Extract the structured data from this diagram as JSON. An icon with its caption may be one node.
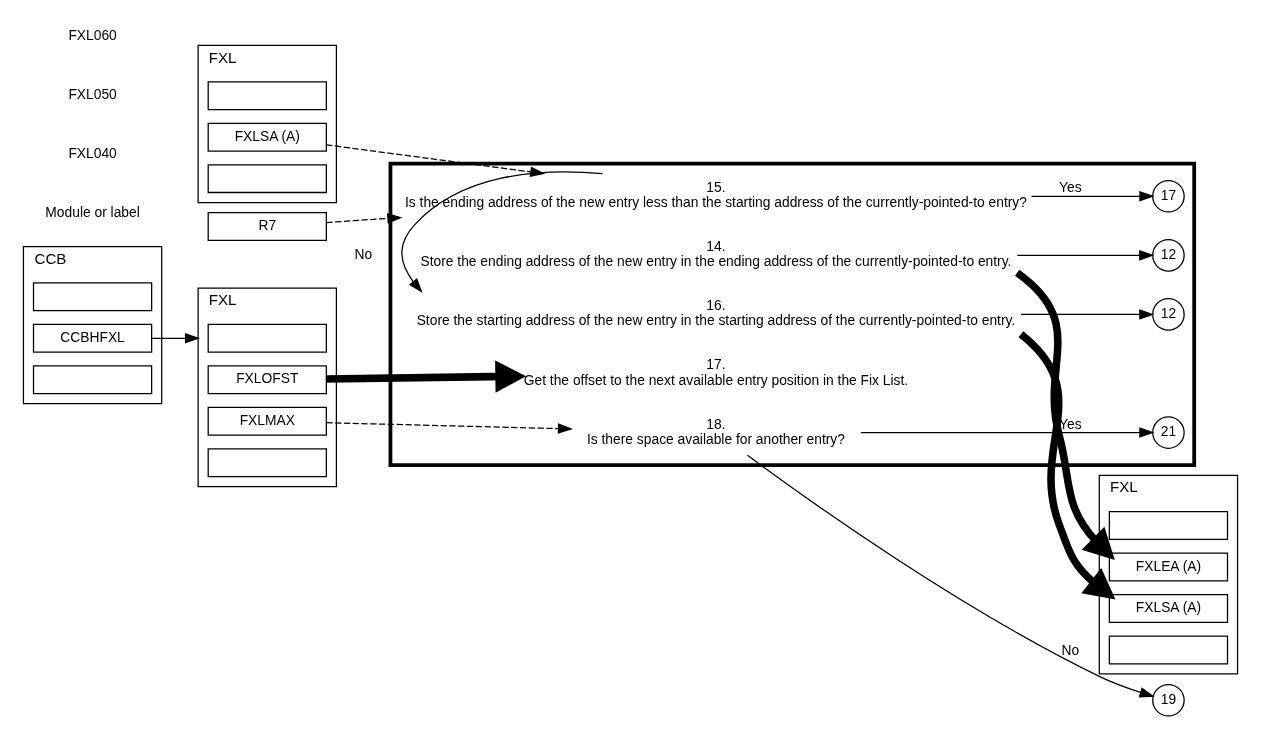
{
  "diagram": {
    "nodes": [
      {
        "text": [],
        "shape": "box"
      },
      {
        "text": [
          "14.",
          "Store the ending address of the new entry in the ending address of the currently-pointed-to entry."
        ],
        "in": 0
      },
      {
        "text": [
          "12"
        ],
        "in": 0
      },
      {
        "text": [
          "15.",
          "Is the ending address of the new entry less than the starting address of the currently-pointed-to entry?"
        ],
        "in": 0
      },
      {
        "text": [
          "17"
        ],
        "in": 0
      },
      {
        "text": [
          "16.",
          "Store the starting address of the new entry in the starting address of the currently-pointed-to entry."
        ],
        "in": 0
      },
      {
        "text": [
          "12"
        ],
        "in": 0
      },
      {
        "text": [
          "17.",
          "Get the offset to the next available entry position in the Fix List."
        ],
        "in": 0
      },
      {
        "text": [
          "18.",
          "Is there space available for another entry?"
        ],
        "in": 0
      },
      {
        "text": [
          "21"
        ],
        "in": 0
      },
      {
        "text": [
          "19"
        ]
      },
      {
        "text": [
          "FXL"
        ]
      },
      {
        "text": [],
        "shape": "box",
        "in": 11
      },
      {
        "text": [
          "FXLSA (A)"
        ],
        "in": 11
      },
      {
        "text": [],
        "shape": "box",
        "in": 11
      },
      {
        "text": [
          "R7"
        ]
      },
      {
        "text": [
          "CCB"
        ]
      },
      {
        "text": [],
        "shape": "box",
        "in": 16
      },
      {
        "text": [
          "CCBHFXL"
        ],
        "in": 16
      },
      {
        "text": [],
        "shape": "box",
        "in": 16
      },
      {
        "text": [
          "FXL"
        ]
      },
      {
        "text": [],
        "shape": "box",
        "in": 20
      },
      {
        "text": [
          "FXLOFST"
        ],
        "in": 20
      },
      {
        "text": [
          "FXLMAX"
        ],
        "in": 20
      },
      {
        "text": [],
        "shape": "box",
        "in": 20
      },
      {
        "text": [
          "FXL"
        ]
      },
      {
        "text": [],
        "shape": "box",
        "in": 25
      },
      {
        "text": [
          "FXLEA (A)"
        ],
        "in": 25
      },
      {
        "text": [
          "FXLSA (A)"
        ],
        "in": 25
      },
      {
        "text": [],
        "shape": "box",
        "in": 25
      }
    ],
    "edges": [
      {
        "from": 13,
        "to": 3,
        "arrow": "to",
        "style": "dashed"
      },
      {
        "from": 15,
        "to": 3,
        "arrow": "to",
        "style": "dashed"
      },
      {
        "from": 18,
        "to": 20,
        "arrow": "to"
      },
      {
        "from": 22,
        "to": 7,
        "arrow": "to",
        "style": "thick"
      },
      {
        "from": 23,
        "to": 8,
        "arrow": "to",
        "style": "dashed"
      },
      {
        "from": 1,
        "to": 27,
        "arrow": "to",
        "style": "thick"
      },
      {
        "from": 5,
        "to": 28,
        "arrow": "to",
        "style": "thick"
      },
      {
        "from": 1,
        "to": 2,
        "arrow": "to"
      },
      {
        "from": 3,
        "to": 4,
        "arrow": "to",
        "label": "Yes"
      },
      {
        "from": 3,
        "to": 5,
        "arrow": "to",
        "label": "No"
      },
      {
        "from": 5,
        "to": 6,
        "arrow": "to"
      },
      {
        "from": 8,
        "to": 9,
        "arrow": "to",
        "label": "Yes"
      },
      {
        "from": 8,
        "to": 10,
        "arrow": "to",
        "label": "No"
      }
    ],
    "labels": [
      "Module or label",
      "FXL040",
      "FXL050",
      "FXL060"
    ]
  }
}
